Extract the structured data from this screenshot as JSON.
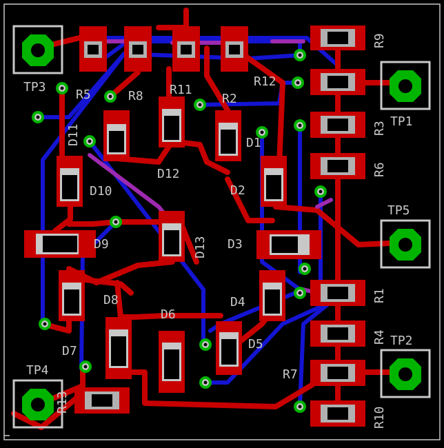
{
  "board": {
    "background": "#000000",
    "colors": {
      "outline": "#c8c8c8",
      "top_copper": "#c80000",
      "bottom_copper": "#1414d2",
      "pad": "#b0b0b0",
      "via_ring": "#00b400",
      "overlap": "#9e2ab0"
    }
  },
  "test_points": [
    {
      "id": "tp1",
      "label": "TP1"
    },
    {
      "id": "tp2",
      "label": "TP2"
    },
    {
      "id": "tp3",
      "label": "TP3"
    },
    {
      "id": "tp4",
      "label": "TP4"
    },
    {
      "id": "tp5",
      "label": "TP5"
    }
  ],
  "resistors": {
    "r1": "R1",
    "r2": "R2",
    "r3": "R3",
    "r4": "R4",
    "r5": "R5",
    "r6": "R6",
    "r7": "R7",
    "r8": "R8",
    "r9": "R9",
    "r10": "R10",
    "r11": "R11",
    "r12": "R12",
    "r13": "R13"
  },
  "diodes": {
    "d1": "D1",
    "d2": "D2",
    "d3": "D3",
    "d4": "D4",
    "d5": "D5",
    "d6": "D6",
    "d7": "D7",
    "d8": "D8",
    "d9": "D9",
    "d10": "D10",
    "d11": "D11",
    "d12": "D12",
    "d13": "D13"
  }
}
